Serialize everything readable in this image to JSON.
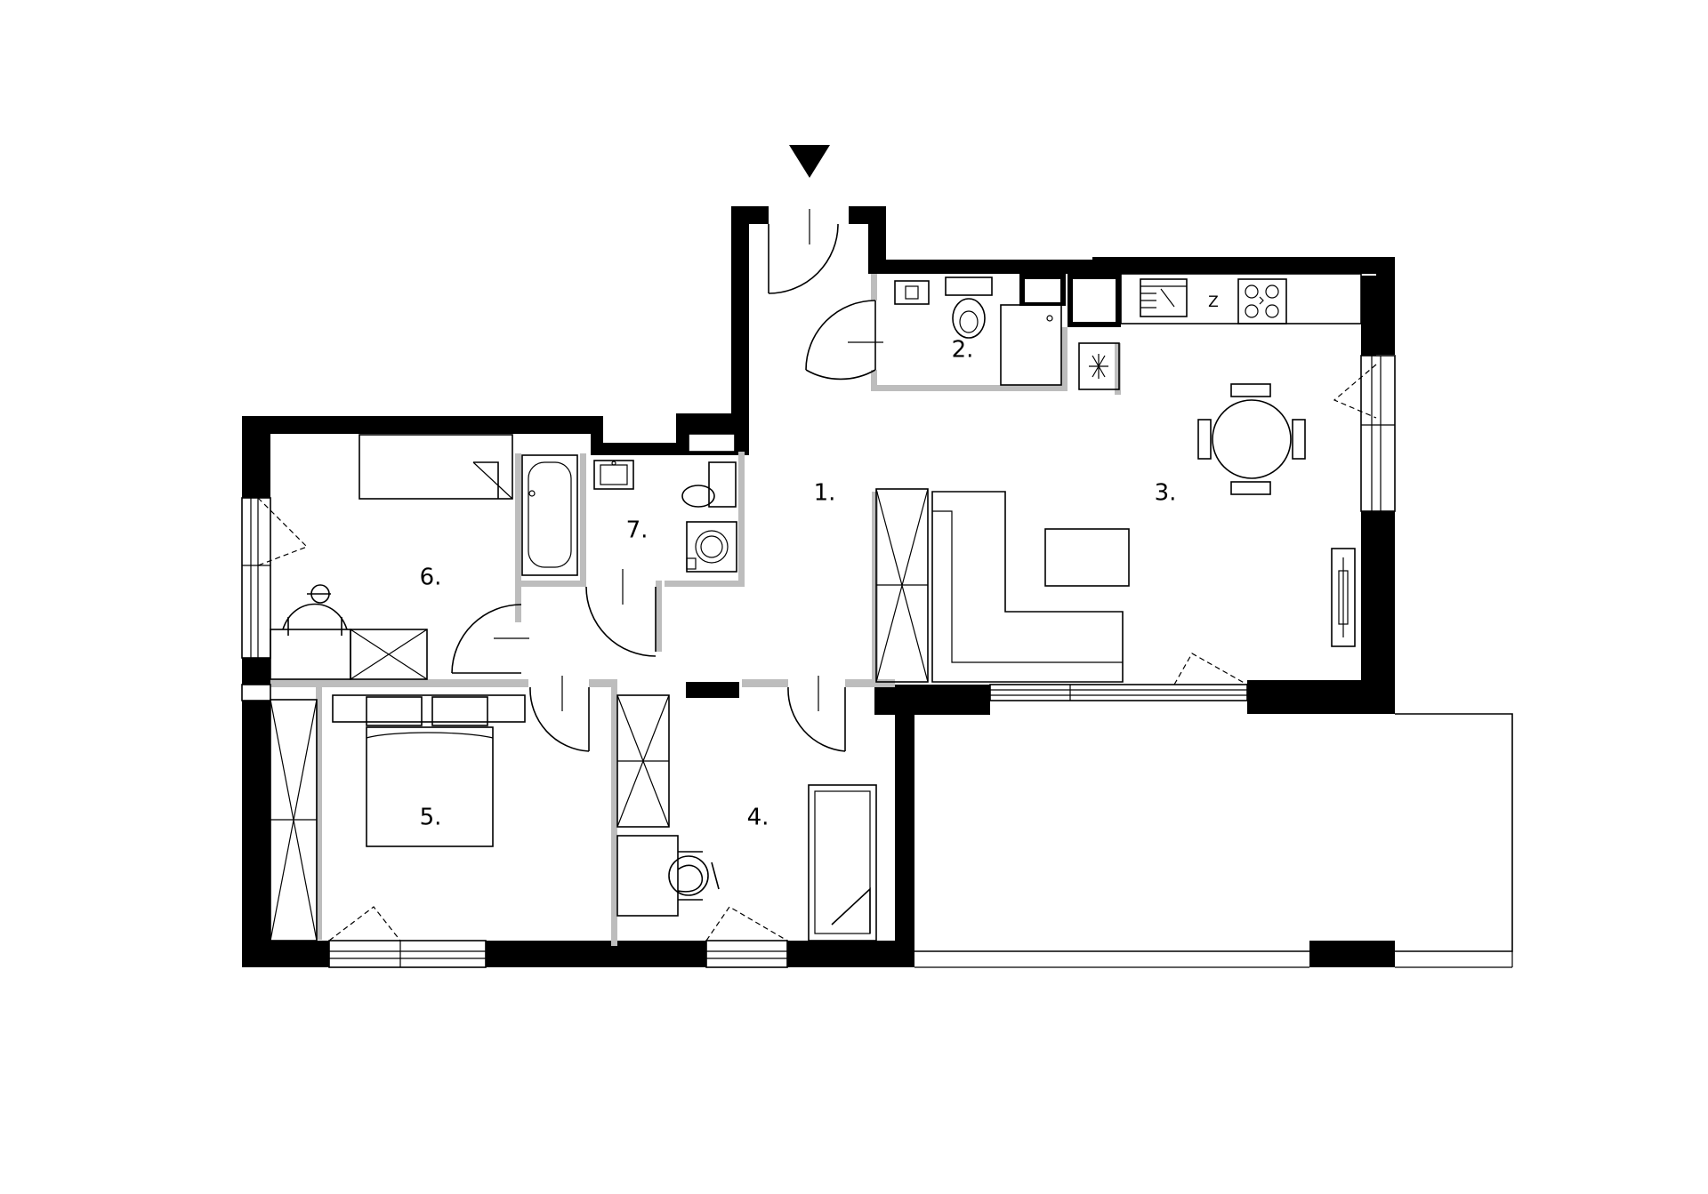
{
  "plan": {
    "rooms": [
      {
        "id": "hall",
        "label": "1."
      },
      {
        "id": "wc",
        "label": "2."
      },
      {
        "id": "living",
        "label": "3."
      },
      {
        "id": "room4",
        "label": "4."
      },
      {
        "id": "room5",
        "label": "5."
      },
      {
        "id": "room6",
        "label": "6."
      },
      {
        "id": "bath",
        "label": "7."
      }
    ],
    "fridge_label": "Z",
    "entrance_marker": "entrance-arrow-icon"
  },
  "colors": {
    "wall": "#000000",
    "partition": "#bdbdbd",
    "background": "#ffffff"
  }
}
